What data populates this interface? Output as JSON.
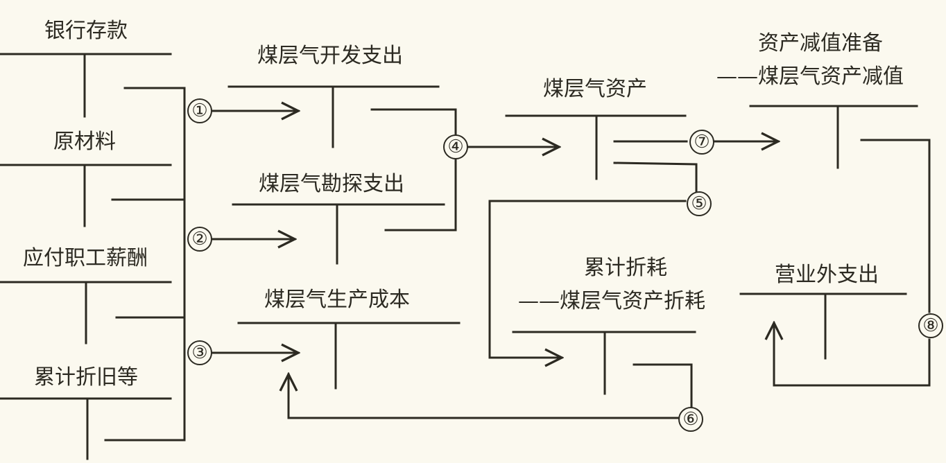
{
  "accounts": {
    "bank_deposit": "银行存款",
    "raw_materials": "原材料",
    "payroll_payable": "应付职工薪酬",
    "accum_depreciation": "累计折旧等",
    "cbm_dev_expense": "煤层气开发支出",
    "cbm_explore_expense": "煤层气勘探支出",
    "cbm_prod_cost": "煤层气生产成本",
    "cbm_assets": "煤层气资产",
    "impairment_line1": "资产减值准备",
    "impairment_line2": "——煤层气资产减值",
    "depletion_line1": "累计折耗",
    "depletion_line2": "——煤层气资产折耗",
    "non_op_expense": "营业外支出"
  },
  "steps": [
    "①",
    "②",
    "③",
    "④",
    "⑤",
    "⑥",
    "⑦",
    "⑧"
  ]
}
